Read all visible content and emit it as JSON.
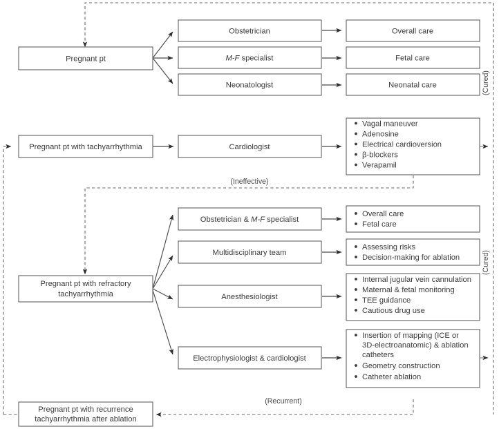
{
  "figure": {
    "title": "Management flowchart for pregnant patient with tachyarrhythmia",
    "box_stroke": "#6f6f6f",
    "text_color": "#3a3a3a",
    "line_color": "#4a4a4a",
    "dashed_color": "#6a6a6a"
  },
  "nodes": {
    "pregnant_pt": "Pregnant pt",
    "obstetrician": "Obstetrician",
    "mf_specialist_pre": "M-F",
    "mf_specialist_post": " specialist",
    "neonatologist": "Neonatologist",
    "overall_care": "Overall care",
    "fetal_care": "Fetal care",
    "neonatal_care": "Neonatal care",
    "pregnant_tachy": "Pregnant pt with tachyarrhythmia",
    "cardiologist": "Cardiologist",
    "refractory_l1": "Pregnant pt with refractory",
    "refractory_l2": "tachyarrhythmia",
    "obst_mf_pre": "Obstetrician & ",
    "obst_mf_ital": "M-F",
    "obst_mf_post": " specialist",
    "multidisciplinary": "Multidisciplinary team",
    "anesthesiologist": "Anesthesiologist",
    "electrophysiologist": "Electrophysiologist & cardiologist",
    "recurrence_l1": "Pregnant pt with recurrence",
    "recurrence_l2": "tachyarrhythmia after ablation"
  },
  "bullet_lists": {
    "cardiologist_treatments": [
      "Vagal maneuver",
      "Adenosine",
      "Electrical cardioversion",
      "β-blockers",
      "Verapamil"
    ],
    "obst_mf_tasks": [
      "Overall care",
      "Fetal care"
    ],
    "team_tasks": [
      "Assessing risks",
      "Decision-making for ablation"
    ],
    "anesthesia_tasks": [
      "Internal jugular vein cannulation",
      "Maternal & fetal monitoring",
      "TEE guidance",
      "Cautious drug use"
    ],
    "ep_tasks": [
      "Insertion of mapping (ICE or",
      "3D-electroanatomic) & ablation",
      "catheters",
      "Geometry construction",
      "Catheter ablation"
    ]
  },
  "annotations": {
    "cured_top": "(Cured)",
    "cured_bottom": "(Cured)",
    "ineffective": "(Ineffective)",
    "recurrent": "(Recurrent)"
  }
}
